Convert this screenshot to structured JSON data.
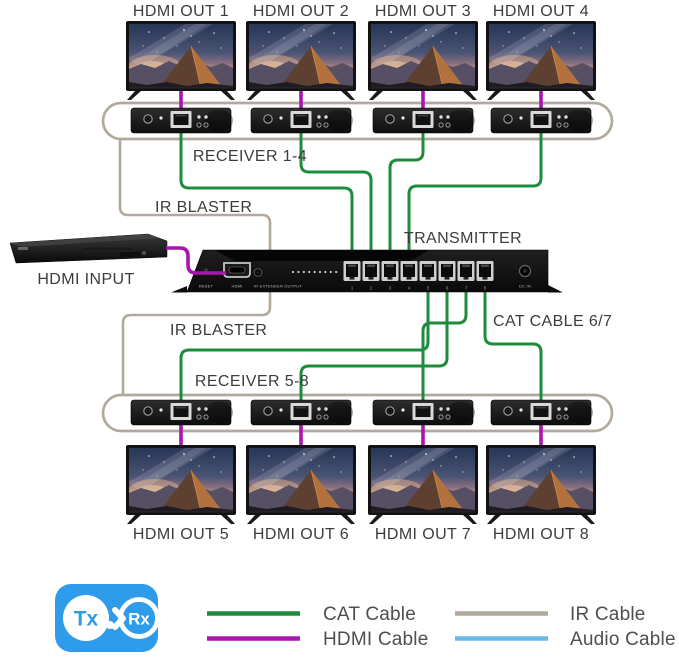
{
  "colors": {
    "cat": "#1f8b3c",
    "hdmi": "#a916ad",
    "ir": "#b1aa9c",
    "audio": "#69b8e6",
    "badge": "#2e9ceb",
    "label": "#3c3c3c",
    "legend_text": "#4f4f4f"
  },
  "top": {
    "outputs": [
      "HDMI OUT 1",
      "HDMI OUT 2",
      "HDMI OUT 3",
      "HDMI OUT 4"
    ],
    "receiver_label": "RECEIVER 1-4"
  },
  "bottom": {
    "outputs": [
      "HDMI OUT 5",
      "HDMI OUT 6",
      "HDMI OUT 7",
      "HDMI OUT 8"
    ],
    "receiver_label": "RECEIVER 5-8"
  },
  "source_label": "HDMI INPUT",
  "transmitter": {
    "label": "TRANSMITTER",
    "reset_label": "RESET",
    "hdmi_label": "HDMI",
    "ir_out_label": "IR EXTENDER OUTPUT",
    "dc_label": "DC IN",
    "port_numbers": [
      "1",
      "2",
      "3",
      "4",
      "5",
      "6",
      "7",
      "8"
    ]
  },
  "annotations": {
    "ir_blaster_top": "IR BLASTER",
    "ir_blaster_bottom": "IR BLASTER",
    "cat_cable": "CAT CABLE 6/7"
  },
  "badge": {
    "tx": "Tx",
    "rx": "Rx"
  },
  "legend": [
    {
      "label": "CAT Cable"
    },
    {
      "label": "HDMI Cable"
    },
    {
      "label": "IR Cable"
    },
    {
      "label": "Audio Cable"
    }
  ]
}
